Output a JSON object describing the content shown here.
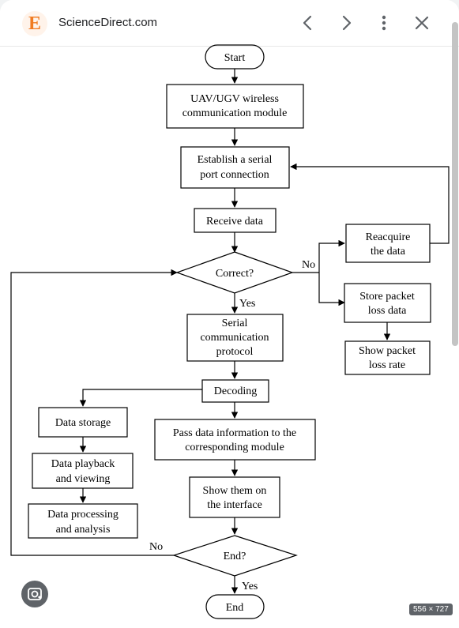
{
  "header": {
    "logo_letter": "E",
    "site_name": "ScienceDirect.com",
    "icons": [
      "chevron-left-icon",
      "chevron-right-icon",
      "more-vert-icon",
      "close-icon"
    ]
  },
  "flowchart": {
    "nodes": {
      "start": "Start",
      "uav_1": "UAV/UGV wireless",
      "uav_2": "communication module",
      "serial_1": "Establish a serial",
      "serial_2": "port connection",
      "receive": "Receive data",
      "correct": "Correct?",
      "reacquire_1": "Reacquire",
      "reacquire_2": "the data",
      "store_1": "Store packet",
      "store_2": "loss data",
      "loss_1": "Show packet",
      "loss_2": "loss rate",
      "protocol_1": "Serial",
      "protocol_2": "communication",
      "protocol_3": "protocol",
      "decoding": "Decoding",
      "storage": "Data storage",
      "playback_1": "Data playback",
      "playback_2": "and viewing",
      "processing_1": "Data processing",
      "processing_2": "and analysis",
      "pass_1": "Pass data information to the",
      "pass_2": "corresponding module",
      "show_1": "Show them on",
      "show_2": "the  interface",
      "end_q": "End?",
      "end": "End"
    },
    "edges": {
      "correct_no": "No",
      "correct_yes": "Yes",
      "end_no": "No",
      "end_yes": "Yes"
    }
  },
  "overlay": {
    "lens_icon": "lens-icon",
    "dimensions": "556 × 727"
  }
}
